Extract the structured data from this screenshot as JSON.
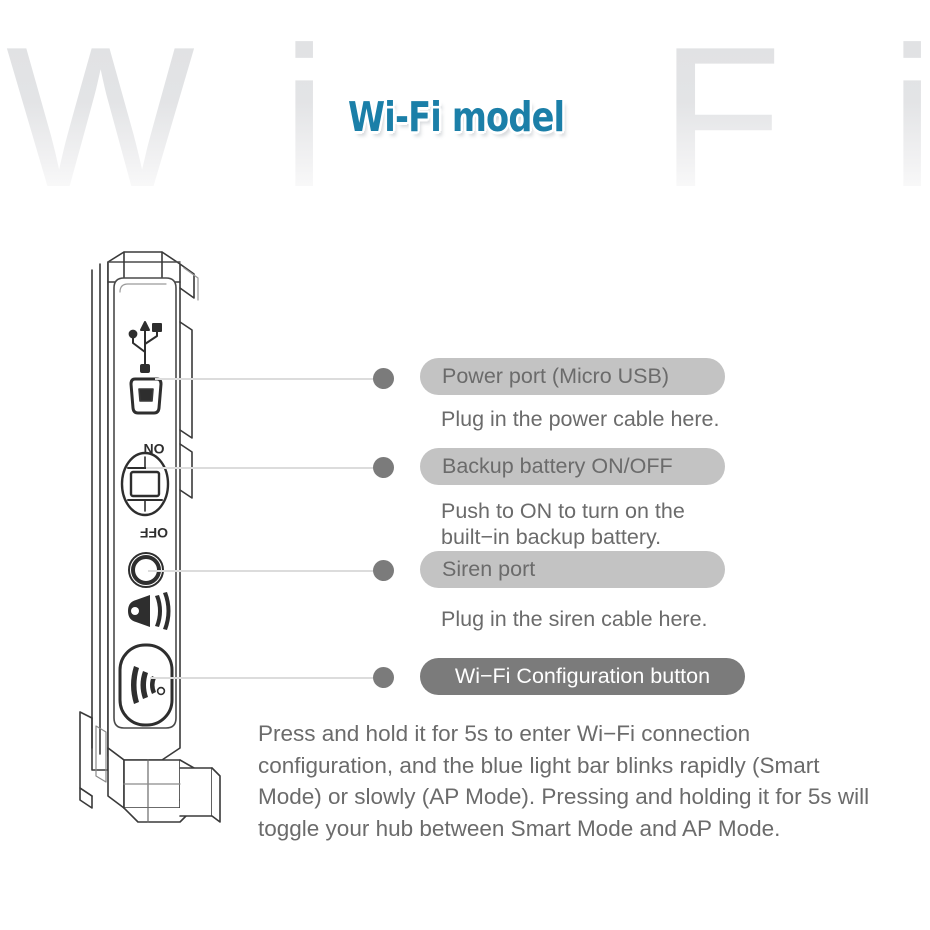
{
  "header": {
    "watermark": {
      "w": "W",
      "i1": "i",
      "f": "F",
      "i2": "i"
    },
    "title": "Wi-Fi model",
    "title_color": "#1b7fa8"
  },
  "device": {
    "name": "wi-fi-hub-side-view",
    "icons": [
      "usb-icon",
      "micro-usb-port-icon",
      "power-switch-icon",
      "siren-port-icon",
      "siren-horn-icon",
      "wifi-config-button-icon"
    ],
    "switch_labels": {
      "on": "ON",
      "off": "OFF"
    }
  },
  "callouts": [
    {
      "name": "power-port",
      "pill": "Power port (Micro USB)",
      "pill_style": "light",
      "description": "Plug in the power cable here."
    },
    {
      "name": "backup-battery",
      "pill": "Backup battery ON/OFF",
      "pill_style": "light",
      "description": "Push to ON to turn on the\nbuilt−in backup battery."
    },
    {
      "name": "siren-port",
      "pill": "Siren port",
      "pill_style": "light",
      "description": "Plug in the siren cable here."
    },
    {
      "name": "wifi-configuration-button",
      "pill": "Wi−Fi Configuration button",
      "pill_style": "dark",
      "description": ""
    }
  ],
  "paragraph": "Press and hold it for 5s to enter Wi−Fi connection configuration, and the blue light bar blinks rapidly (Smart Mode) or slowly (AP Mode). Pressing and holding it for 5s will toggle your hub between Smart Mode and AP Mode.",
  "colors": {
    "pill_light_bg": "#c3c3c3",
    "pill_dark_bg": "#7b7b7b",
    "text_gray": "#6b6b6b",
    "dot": "#7b7b7b",
    "leader": "#dcdcdc",
    "watermark": "#e2e3e5"
  }
}
